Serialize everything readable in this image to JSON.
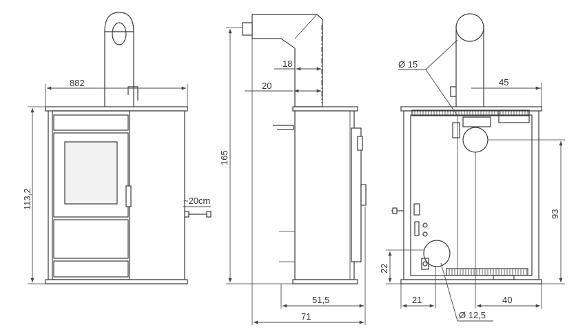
{
  "front_view": {
    "width_label": "882",
    "height_label": "113,2",
    "cable_label": "~20cm"
  },
  "side_view": {
    "height_label": "165",
    "flue_offset_top_label": "18",
    "flue_offset_label": "20",
    "depth_body_label": "51,5",
    "depth_total_label": "71"
  },
  "rear_view": {
    "outlet_diameter_label": "Ø 15",
    "outlet_offset_label": "45",
    "outlet_height_label": "93",
    "air_inlet_height_label": "22",
    "air_inlet_offset_label": "21",
    "outlet_side_label": "40",
    "air_inlet_diameter_label": "Ø 12,5"
  },
  "colors": {
    "line": "#3a3a3a",
    "background": "#ffffff"
  }
}
